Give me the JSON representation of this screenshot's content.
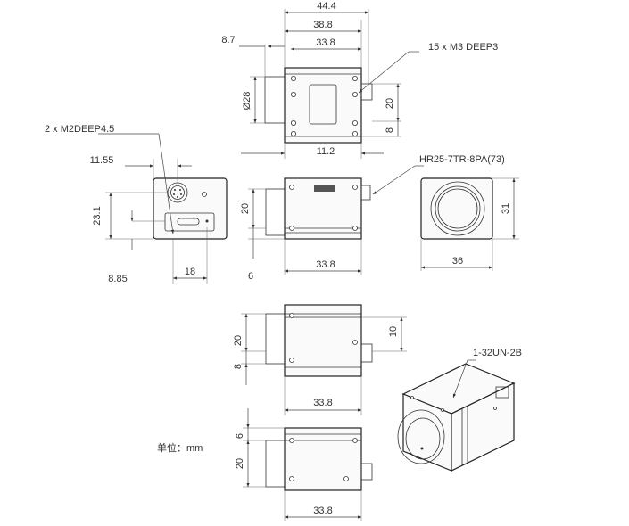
{
  "top_view": {
    "dims": {
      "overall_width": "44.4",
      "mount_width": "38.8",
      "body_width": "33.8",
      "left_offset": "8.7",
      "diameter": "Ø28",
      "height_20": "20",
      "height_8": "8",
      "bottom_11": "11.2"
    },
    "callout": "15 x  M3 DEEP3"
  },
  "back_view": {
    "callout": "2 x  M2DEEP4.5",
    "dims": {
      "top": "11.55",
      "left": "23.1",
      "bottom_left": "8.85",
      "bottom": "18"
    }
  },
  "side_view_1": {
    "callout": "HR25-7TR-8PA(73)",
    "dims": {
      "left_20": "20",
      "left_6": "6",
      "bottom": "33.8"
    }
  },
  "front_view": {
    "dims": {
      "height": "31",
      "width": "36"
    }
  },
  "side_view_2": {
    "dims": {
      "left_20": "20",
      "left_8": "8",
      "right_10": "10",
      "bottom": "33.8"
    }
  },
  "side_view_3": {
    "dims": {
      "left_6": "6",
      "left_20": "20",
      "bottom": "33.8"
    }
  },
  "iso_view": {
    "callout": "1-32UN-2B"
  },
  "unit_label": "单位：mm"
}
